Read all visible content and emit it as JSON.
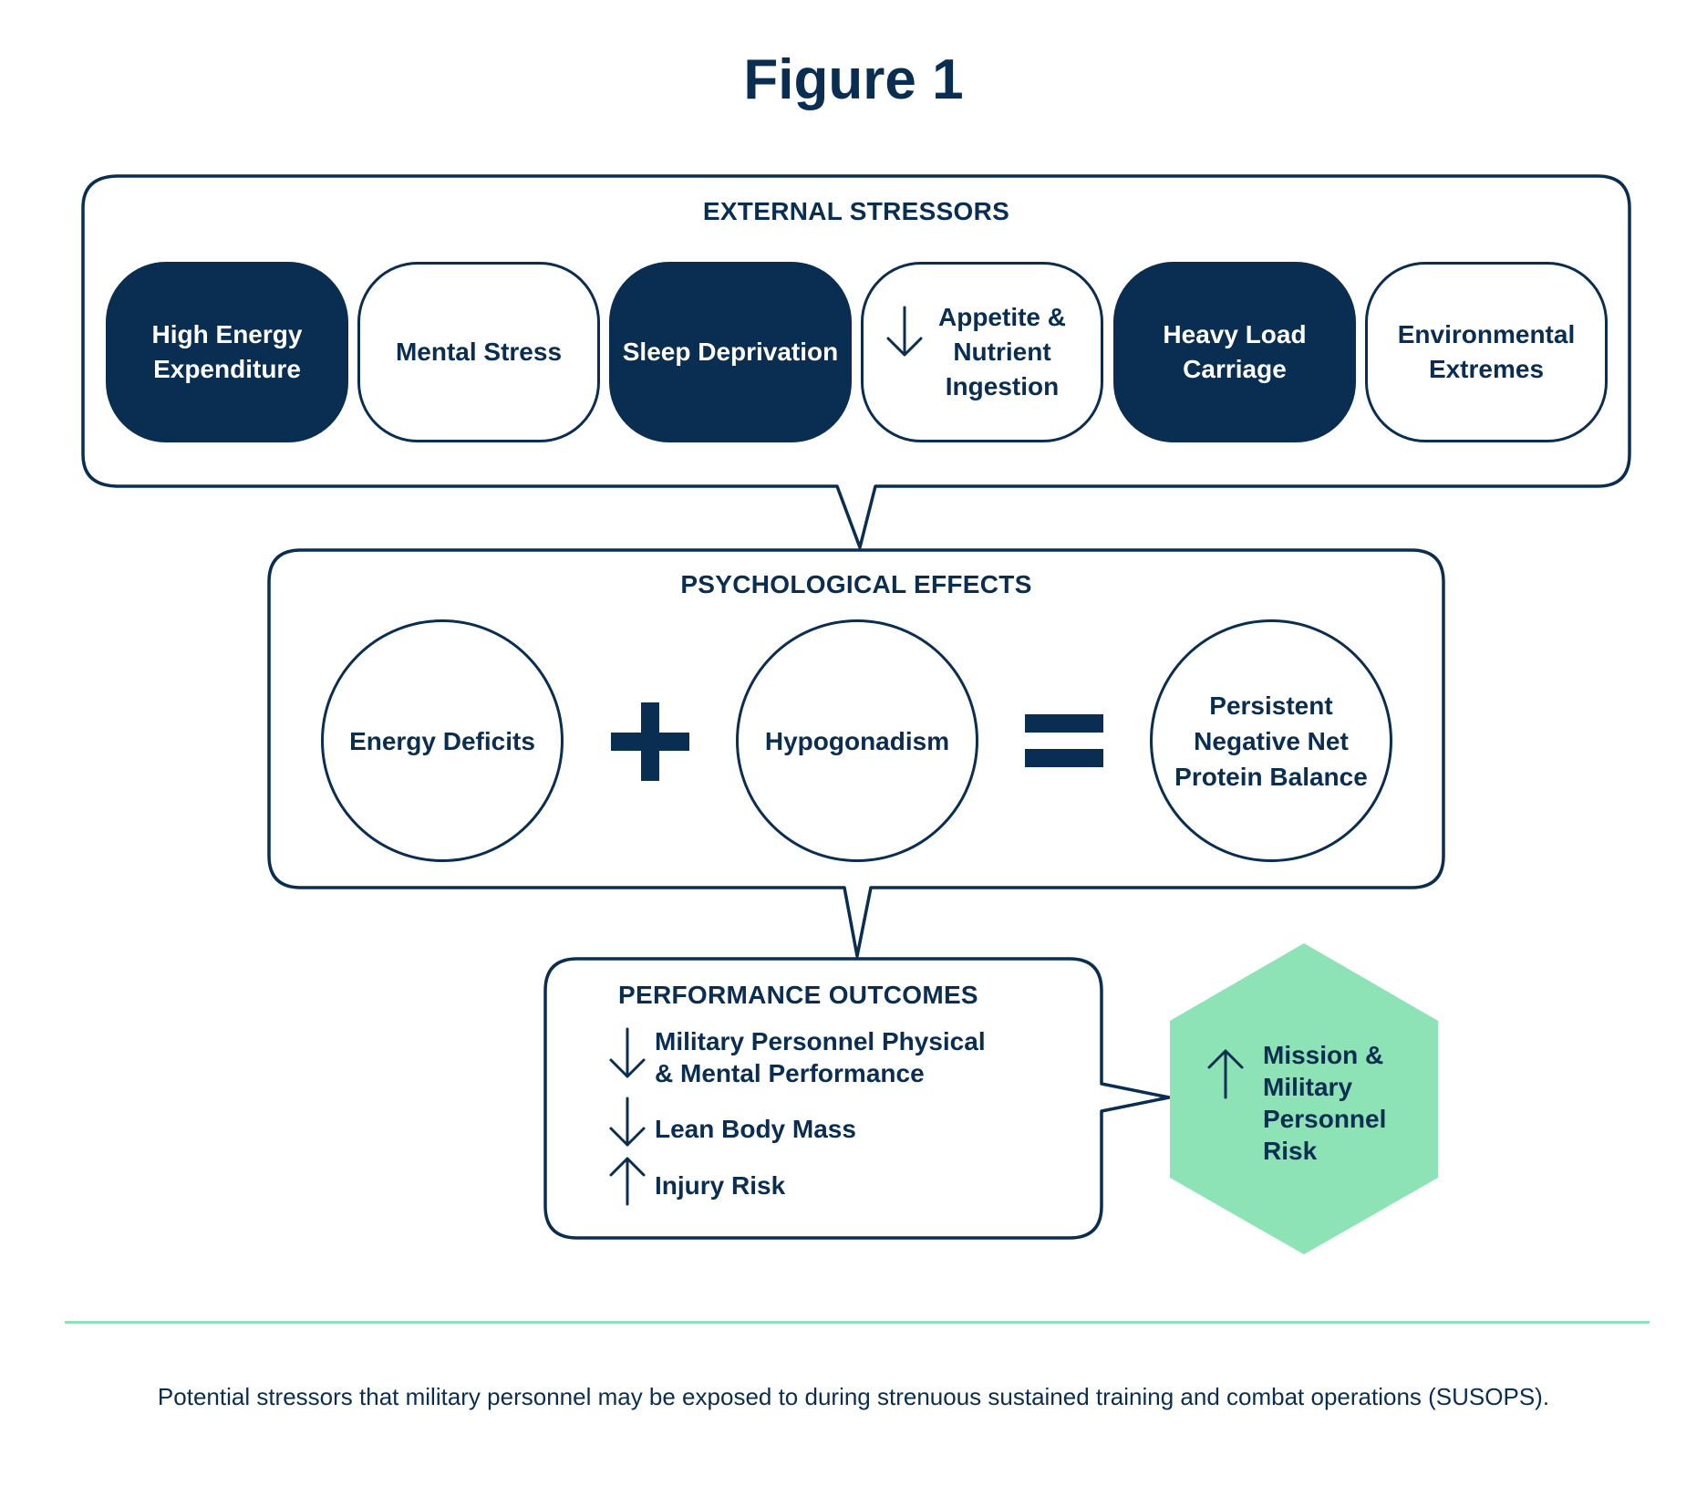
{
  "figure_title": "Figure 1",
  "colors": {
    "navy": "#0a2d52",
    "mint": "#8de3b5",
    "white": "#ffffff"
  },
  "external_stressors": {
    "heading": "EXTERNAL STRESSORS",
    "items": [
      {
        "label": "High Energy\nExpenditure",
        "style": "dark"
      },
      {
        "label": "Mental Stress",
        "style": "light"
      },
      {
        "label": "Sleep Deprivation",
        "style": "dark"
      },
      {
        "label": "Appetite &\nNutrient\nIngestion",
        "style": "light",
        "arrow": "down-arrow-icon"
      },
      {
        "label": "Heavy Load\nCarriage",
        "style": "dark"
      },
      {
        "label": "Environmental\nExtremes",
        "style": "light"
      }
    ]
  },
  "psychological_effects": {
    "heading": "PSYCHOLOGICAL EFFECTS",
    "items": [
      {
        "label": "Energy Deficits"
      },
      {
        "label": "Hypogonadism"
      },
      {
        "label": "Persistent\nNegative Net\nProtein Balance"
      }
    ],
    "operators": [
      "plus-icon",
      "equals-icon"
    ]
  },
  "performance_outcomes": {
    "heading": "PERFORMANCE OUTCOMES",
    "items": [
      {
        "label": "Military Personnel Physical\n& Mental Performance",
        "direction": "down-arrow-icon"
      },
      {
        "label": "Lean Body Mass",
        "direction": "down-arrow-icon"
      },
      {
        "label": "Injury Risk",
        "direction": "up-arrow-icon"
      }
    ]
  },
  "risk_hexagon": {
    "label": "Mission &\nMilitary\nPersonnel\nRisk",
    "direction": "up-arrow-icon"
  },
  "caption": "Potential stressors that military personnel may be exposed to during strenuous sustained training and combat operations (SUSOPS)."
}
